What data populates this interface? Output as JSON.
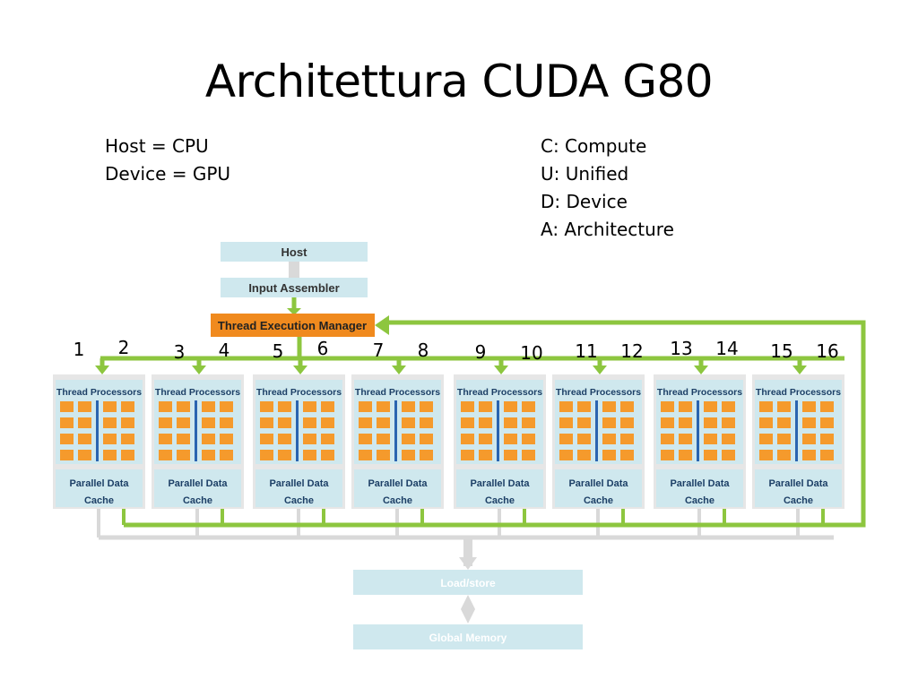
{
  "title": "Architettura CUDA G80",
  "legend_left": [
    "Host = CPU",
    "Device = GPU"
  ],
  "legend_right": [
    "C: Compute",
    "U: Unified",
    "D: Device",
    "A: Architecture"
  ],
  "diagram": {
    "host_label": "Host",
    "input_assembler_label": "Input Assembler",
    "thread_manager_label": "Thread Execution Manager",
    "multiprocessor_top_label": "Thread Processors",
    "multiprocessor_cache_label_1": "Parallel Data",
    "multiprocessor_cache_label_2": "Cache",
    "multiprocessor_count": 8,
    "processor_numbers": [
      "1",
      "2",
      "3",
      "4",
      "5",
      "6",
      "7",
      "8",
      "9",
      "10",
      "11",
      "12",
      "13",
      "14",
      "15",
      "16"
    ],
    "load_store_label": "Load/store",
    "global_memory_label": "Global Memory",
    "colors": {
      "box_blue": "#cfe8ee",
      "manager_orange": "#f08a1e",
      "core_orange": "#f59a2c",
      "divider_blue": "#2a64b0",
      "arrow_green": "#8dc63f",
      "arrow_gray": "#d9d9d9",
      "panel_gray": "#e6e6e6"
    }
  }
}
